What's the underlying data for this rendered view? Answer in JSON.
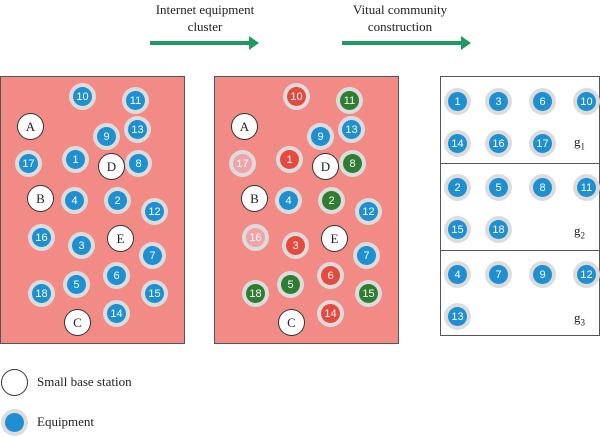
{
  "captions": {
    "step1_line1": "Internet equipment",
    "step1_line2": "cluster",
    "step2_line1": "Vitual community",
    "step2_line2": "construction"
  },
  "colors": {
    "arrow": "#1f9a62",
    "panel_background": "#f28b85",
    "device_blue": "#1e8fd0",
    "device_red": "#e64a3f",
    "device_green": "#2e7d32",
    "device_pink": "#f0a3a8",
    "device_halo": "#dcdcdc"
  },
  "panels": {
    "before": {
      "base_stations": [
        "A",
        "B",
        "C",
        "D",
        "E"
      ],
      "devices": [
        {
          "id": "1",
          "color": "blue"
        },
        {
          "id": "2",
          "color": "blue"
        },
        {
          "id": "3",
          "color": "blue"
        },
        {
          "id": "4",
          "color": "blue"
        },
        {
          "id": "5",
          "color": "blue"
        },
        {
          "id": "6",
          "color": "blue"
        },
        {
          "id": "7",
          "color": "blue"
        },
        {
          "id": "8",
          "color": "blue"
        },
        {
          "id": "9",
          "color": "blue"
        },
        {
          "id": "10",
          "color": "blue"
        },
        {
          "id": "11",
          "color": "blue"
        },
        {
          "id": "12",
          "color": "blue"
        },
        {
          "id": "13",
          "color": "blue"
        },
        {
          "id": "14",
          "color": "blue"
        },
        {
          "id": "15",
          "color": "blue"
        },
        {
          "id": "16",
          "color": "blue"
        },
        {
          "id": "17",
          "color": "blue"
        },
        {
          "id": "18",
          "color": "blue"
        }
      ]
    },
    "clustered": {
      "base_stations": [
        "A",
        "B",
        "C",
        "D",
        "E"
      ],
      "devices": [
        {
          "id": "1",
          "color": "red"
        },
        {
          "id": "2",
          "color": "green"
        },
        {
          "id": "3",
          "color": "red"
        },
        {
          "id": "4",
          "color": "blue"
        },
        {
          "id": "5",
          "color": "green"
        },
        {
          "id": "6",
          "color": "red"
        },
        {
          "id": "7",
          "color": "blue"
        },
        {
          "id": "8",
          "color": "green"
        },
        {
          "id": "9",
          "color": "blue"
        },
        {
          "id": "10",
          "color": "red"
        },
        {
          "id": "11",
          "color": "green"
        },
        {
          "id": "12",
          "color": "blue"
        },
        {
          "id": "13",
          "color": "blue"
        },
        {
          "id": "14",
          "color": "red"
        },
        {
          "id": "15",
          "color": "green"
        },
        {
          "id": "16",
          "color": "pink"
        },
        {
          "id": "17",
          "color": "pink"
        },
        {
          "id": "18",
          "color": "green"
        }
      ]
    }
  },
  "groups": [
    {
      "label": "g",
      "subscript": "1",
      "members": [
        "1",
        "3",
        "6",
        "10",
        "14",
        "16",
        "17"
      ]
    },
    {
      "label": "g",
      "subscript": "2",
      "members": [
        "2",
        "5",
        "8",
        "11",
        "15",
        "18"
      ]
    },
    {
      "label": "g",
      "subscript": "3",
      "members": [
        "4",
        "7",
        "9",
        "12",
        "13"
      ]
    }
  ],
  "legend": {
    "base_station_label": "Small base station",
    "equipment_label": "Equipment"
  }
}
